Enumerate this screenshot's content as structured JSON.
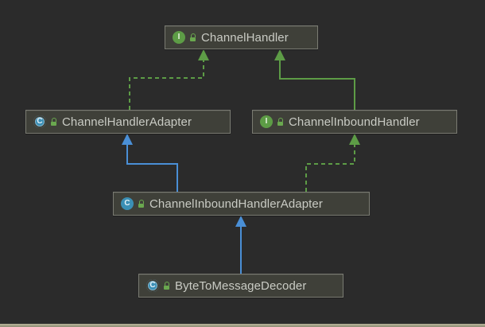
{
  "diagram": {
    "nodes": [
      {
        "id": "channel-handler",
        "kind": "interface",
        "kind_letter": "I",
        "label": "ChannelHandler"
      },
      {
        "id": "channel-handler-adapter",
        "kind": "abstract",
        "kind_letter": "C",
        "label": "ChannelHandlerAdapter"
      },
      {
        "id": "channel-inbound-handler",
        "kind": "interface",
        "kind_letter": "I",
        "label": "ChannelInboundHandler"
      },
      {
        "id": "channel-inbound-handler-adapter",
        "kind": "class",
        "kind_letter": "C",
        "label": "ChannelInboundHandlerAdapter"
      },
      {
        "id": "byte-to-message-decoder",
        "kind": "abstract",
        "kind_letter": "C",
        "label": "ByteToMessageDecoder"
      }
    ],
    "edges": [
      {
        "from": "channel-handler-adapter",
        "to": "channel-handler",
        "type": "implements"
      },
      {
        "from": "channel-inbound-handler",
        "to": "channel-handler",
        "type": "extends-interface"
      },
      {
        "from": "channel-inbound-handler-adapter",
        "to": "channel-handler-adapter",
        "type": "extends"
      },
      {
        "from": "channel-inbound-handler-adapter",
        "to": "channel-inbound-handler",
        "type": "implements"
      },
      {
        "from": "byte-to-message-decoder",
        "to": "channel-inbound-handler-adapter",
        "type": "extends"
      }
    ],
    "colors": {
      "background": "#2b2b2b",
      "node_fill": "#3f4039",
      "node_border": "#7a7b72",
      "interface_edge": "#5d9c46",
      "class_edge": "#4a8fd6"
    }
  }
}
